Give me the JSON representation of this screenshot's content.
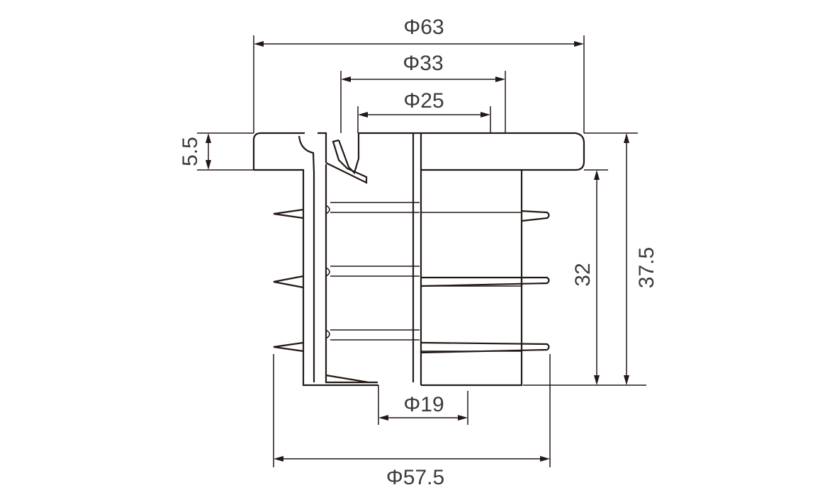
{
  "drawing": {
    "stroke_color": "#231815",
    "text_color": "#3e3a39",
    "background": "#ffffff"
  },
  "dimensions": {
    "outer_flange_diameter": "Φ63",
    "lip_diameter": "Φ33",
    "inner_top_diameter": "Φ25",
    "bottom_bore_diameter": "Φ19",
    "fin_diameter": "Φ57.5",
    "flange_thickness": "5.5",
    "body_height": "32",
    "total_height": "37.5"
  }
}
